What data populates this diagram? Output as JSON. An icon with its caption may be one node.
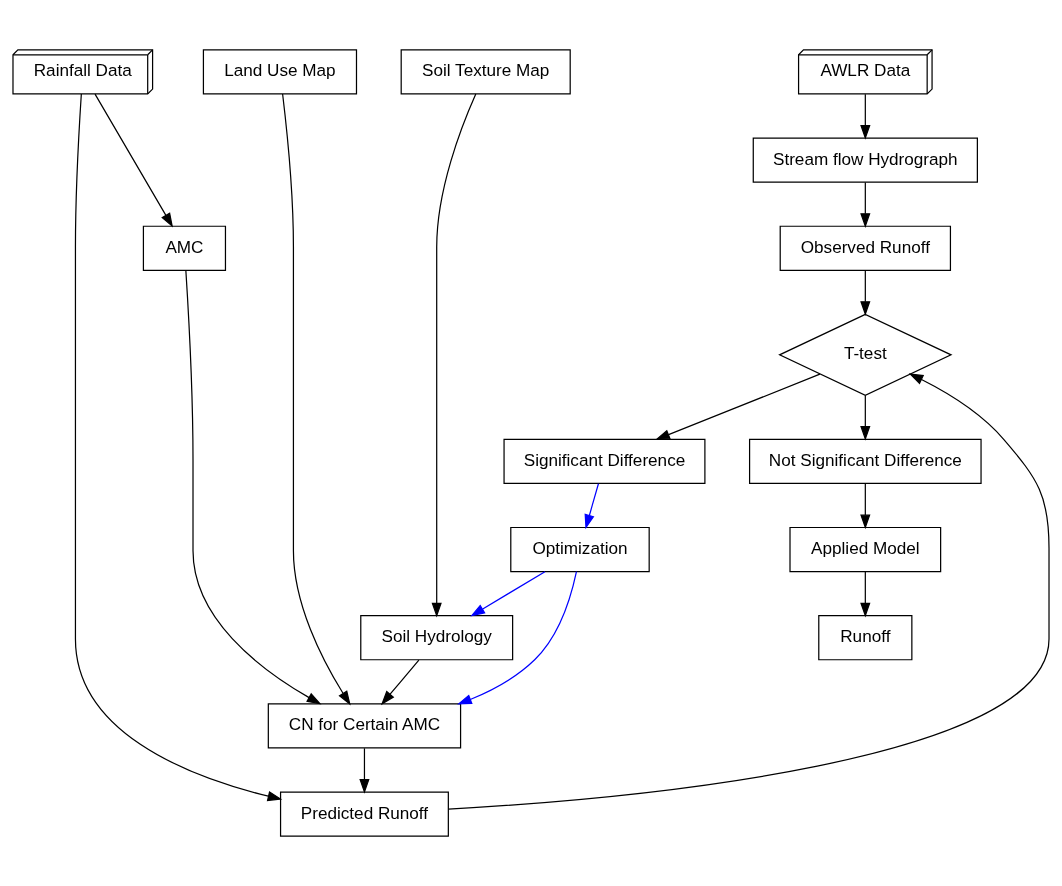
{
  "diagram": {
    "nodes": [
      {
        "text": [
          "AWLR Data"
        ]
      },
      {
        "text": [
          "Rainfall Data"
        ]
      },
      {
        "text": [
          "Land Use Map"
        ]
      },
      {
        "text": [
          "Soil Texture Map"
        ]
      },
      {
        "text": [
          "AMC"
        ]
      },
      {
        "text": [
          "Soil Hydrology"
        ]
      },
      {
        "text": [
          "Stream flow Hydrograph"
        ]
      },
      {
        "text": [
          "CN for Certain AMC"
        ]
      },
      {
        "text": [
          "Observed Runoff"
        ]
      },
      {
        "text": [
          "Predicted Runoff"
        ]
      },
      {
        "text": [
          "Optimization"
        ]
      },
      {
        "text": [
          "T-test"
        ]
      },
      {
        "text": [
          "Significant Difference"
        ]
      },
      {
        "text": [
          "Not Significant Difference"
        ]
      },
      {
        "text": [
          "Applied Model"
        ]
      },
      {
        "text": [
          "Runoff"
        ]
      }
    ],
    "edges": [
      {
        "from": 0,
        "to": 6,
        "arrow": "to"
      },
      {
        "from": 1,
        "to": 4,
        "arrow": "to"
      },
      {
        "from": 3,
        "to": 5,
        "arrow": "to"
      },
      {
        "from": 2,
        "to": 7,
        "arrow": "to"
      },
      {
        "from": 4,
        "to": 7,
        "arrow": "to"
      },
      {
        "from": 5,
        "to": 7,
        "arrow": "to"
      },
      {
        "from": 1,
        "to": 9,
        "arrow": "to"
      },
      {
        "from": 7,
        "to": 9,
        "arrow": "to"
      },
      {
        "from": 6,
        "to": 8,
        "arrow": "to"
      },
      {
        "from": 8,
        "to": 11,
        "arrow": "to"
      },
      {
        "from": 9,
        "to": 11,
        "arrow": "to"
      },
      {
        "from": 11,
        "to": 12,
        "arrow": "to"
      },
      {
        "from": 11,
        "to": 13,
        "arrow": "to"
      },
      {
        "from": 12,
        "to": 10,
        "arrow": "to",
        "color": "#0000ff"
      },
      {
        "from": 10,
        "to": 7,
        "arrow": "to",
        "color": "#0000ff"
      },
      {
        "from": 10,
        "to": 5,
        "arrow": "to",
        "color": "#0000ff"
      },
      {
        "from": 13,
        "to": 14,
        "arrow": "to"
      },
      {
        "from": 14,
        "to": 15,
        "arrow": "to"
      }
    ]
  }
}
